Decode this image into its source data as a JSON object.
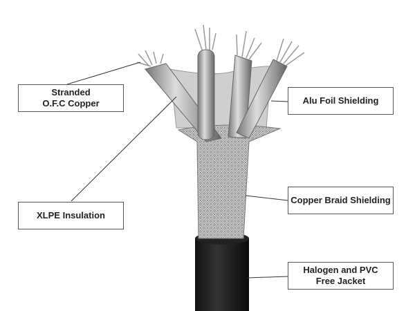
{
  "labels": {
    "stranded": {
      "line1": "Stranded",
      "line2": "O.F.C Copper"
    },
    "xlpe": "XLPE Insulation",
    "alu_foil": "Alu Foil Shielding",
    "copper_braid": "Copper Braid Shielding",
    "jacket": {
      "line1": "Halogen and PVC",
      "line2": "Free Jacket"
    }
  }
}
